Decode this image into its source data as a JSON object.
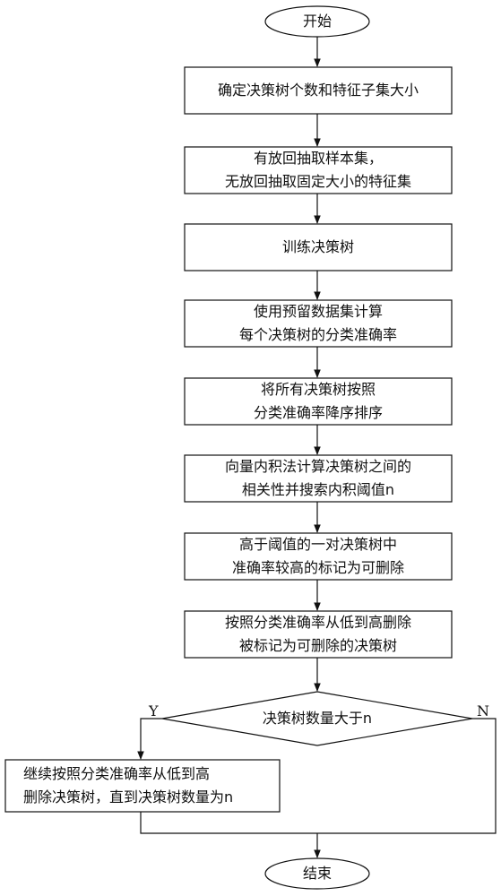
{
  "nodes": {
    "start": "开始",
    "step1": [
      "确定决策树个数和特征子集大小"
    ],
    "step2": [
      "有放回抽取样本集，",
      "无放回抽取固定大小的特征集"
    ],
    "step3": [
      "训练决策树"
    ],
    "step4": [
      "使用预留数据集计算",
      "每个决策树的分类准确率"
    ],
    "step5": [
      "将所有决策树按照",
      "分类准确率降序排序"
    ],
    "step6": [
      "向量内积法计算决策树之间的",
      "相关性并搜索内积阈值n"
    ],
    "step7": [
      "高于阈值的一对决策树中",
      "准确率较高的标记为可删除"
    ],
    "step8": [
      "按照分类准确率从低到高删除",
      "被标记为可删除的决策树"
    ],
    "decision": "决策树数量大于n",
    "yes": "Y",
    "no": "N",
    "yes_step": [
      "继续按照分类准确率从低到高",
      "删除决策树，直到决策树数量为n"
    ],
    "end": "结束"
  },
  "colors": {
    "stroke": "#111111",
    "fill": "#ffffff",
    "text": "#111111"
  }
}
